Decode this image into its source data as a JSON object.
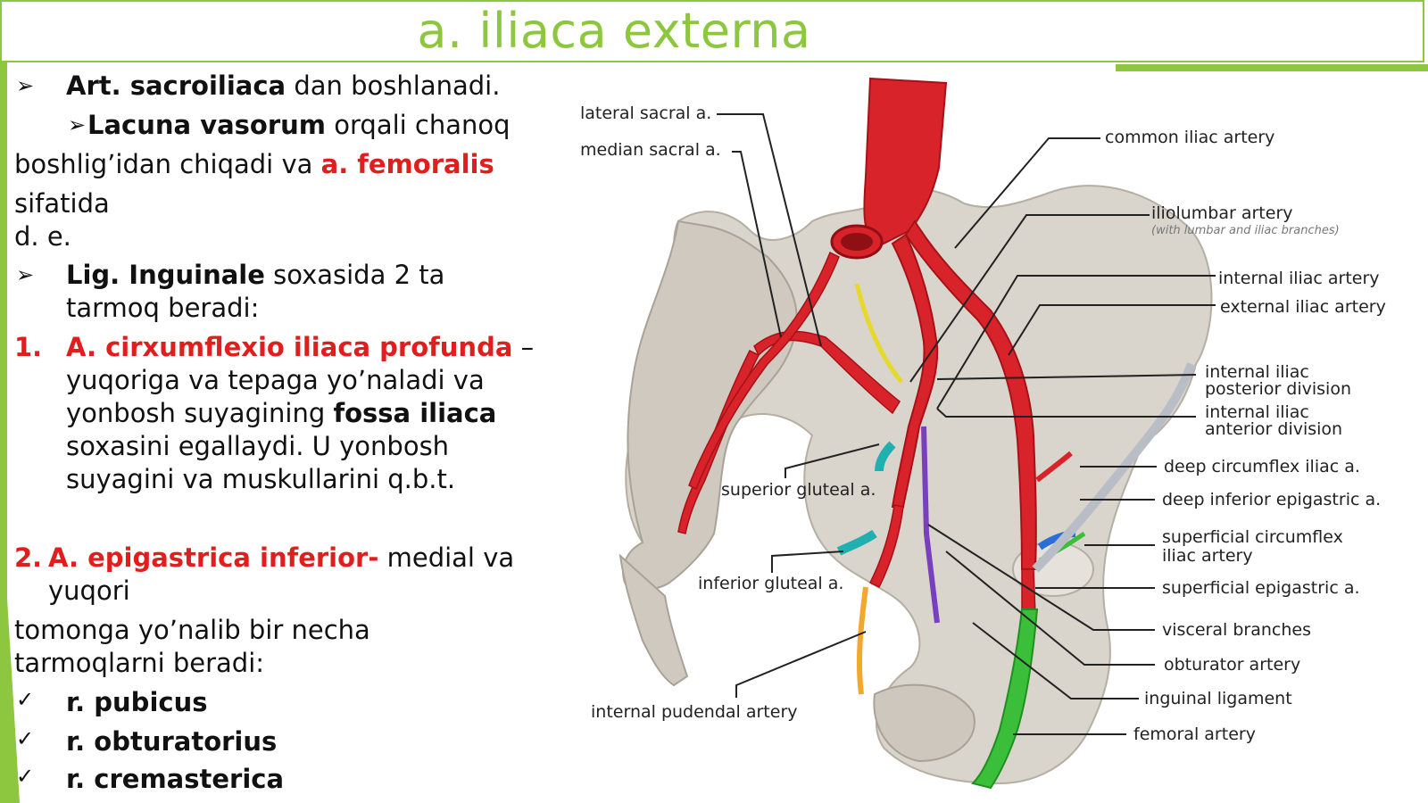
{
  "title": "a. iliaca externa",
  "text": {
    "l1_bold": "Art. sacroiliaca",
    "l1_rest": " dan boshlanadi.",
    "l2_bold": "Lacuna vasorum",
    "l2_rest": " orqali chanoq",
    "l3_a": "boshlig’idan chiqadi va ",
    "l3_red": "a. femoralis",
    "l4": "sifatida",
    "l5": "d. e.",
    "l6_bold": "Lig. Inguinale",
    "l6_rest": " soxasida 2 ta",
    "l7": "tarmoq beradi:",
    "n1": "1.",
    "l8_red": "A. cirxumflexio iliaca profunda",
    "l8_rest": " –",
    "l9": "yuqoriga va tepaga yo’naladi va",
    "l10_a": "yonbosh suyagining ",
    "l10_bold": "fossa iliaca",
    "l11": "soxasini egallaydi. U yonbosh",
    "l12": "suyagini va muskullarini q.b.t.",
    "n2": "2.",
    "l13_red": "A. epigastrica inferior-",
    "l13_rest": " medial va",
    "l14": "yuqori",
    "l15": "tomonga yo’nalib bir necha",
    "l16": "tarmoqlarni beradi:",
    "c1": "r. pubicus",
    "c2": "r. obturatorius",
    "c3": "r. cremasterica"
  },
  "markers": {
    "arrow": "➢",
    "check": "✓"
  },
  "figure": {
    "labels": {
      "lateral_sacral": "lateral sacral a.",
      "median_sacral": "median sacral a.",
      "common_iliac": "common iliac artery",
      "iliolumbar": "iliolumbar artery",
      "iliolumbar_sub": "(with lumbar and iliac branches)",
      "internal_iliac": "internal iliac artery",
      "external_iliac": "external iliac artery",
      "int_post_1": "internal iliac",
      "int_post_2": "posterior division",
      "int_ant_1": "internal iliac",
      "int_ant_2": "anterior division",
      "deep_circumflex": "deep circumflex iliac a.",
      "deep_inf_epigastric": "deep inferior epigastric a.",
      "superficial_circ_1": "superficial circumflex",
      "superficial_circ_2": "iliac artery",
      "superficial_epigastric": "superficial epigastric a.",
      "visceral": "visceral branches",
      "obturator": "obturator artery",
      "inguinal": "inguinal ligament",
      "femoral": "femoral artery",
      "superior_gluteal": "superior gluteal a.",
      "inferior_gluteal": "inferior gluteal a.",
      "internal_pudendal": "internal pudendal artery"
    }
  },
  "colors": {
    "accent": "#8dc63f",
    "red_text": "#e01e1e",
    "artery": "#d8232a",
    "bone": "#d9d4cc",
    "femoral": "#3bbf3b"
  }
}
